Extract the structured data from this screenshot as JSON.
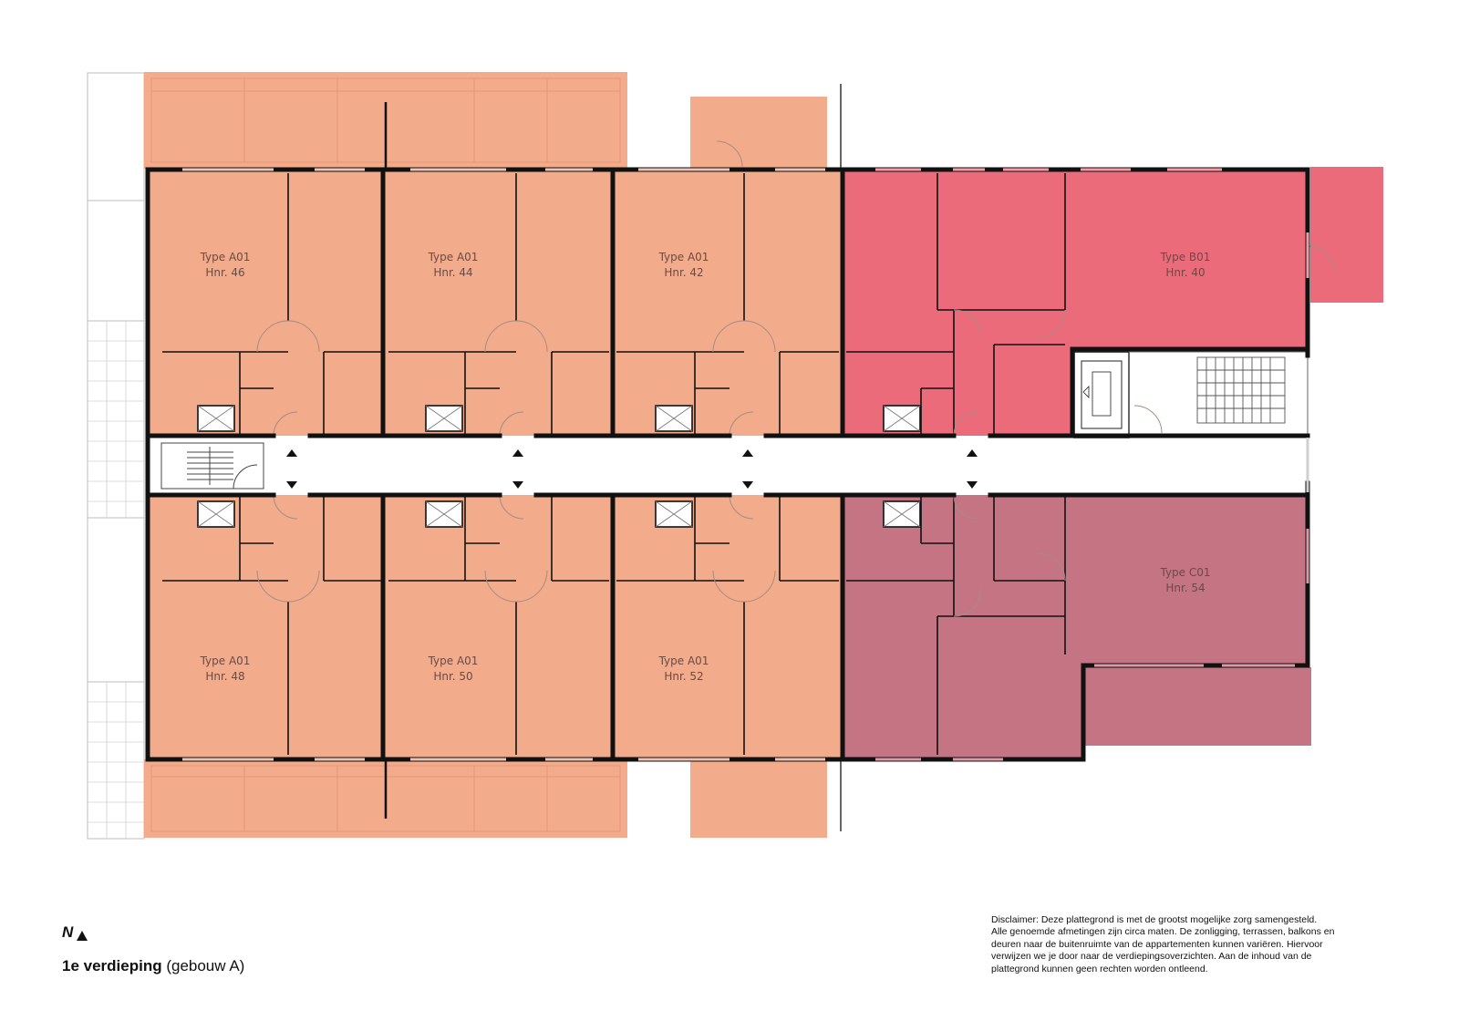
{
  "colors": {
    "type_a": "#f2ab8b",
    "type_b": "#eb6b7a",
    "type_c": "#c47483",
    "wall": "#111111",
    "corridor": "#ffffff",
    "outline": "#b9b9b9"
  },
  "units": [
    {
      "type": "Type A01",
      "number": "Hnr. 46"
    },
    {
      "type": "Type A01",
      "number": "Hnr. 44"
    },
    {
      "type": "Type A01",
      "number": "Hnr. 42"
    },
    {
      "type": "Type B01",
      "number": "Hnr. 40"
    },
    {
      "type": "Type A01",
      "number": "Hnr. 48"
    },
    {
      "type": "Type A01",
      "number": "Hnr. 50"
    },
    {
      "type": "Type A01",
      "number": "Hnr. 52"
    },
    {
      "type": "Type C01",
      "number": "Hnr. 54"
    }
  ],
  "north_marker": {
    "letter": "N",
    "icon": "north-arrow-icon"
  },
  "floor": {
    "title_bold": "1e verdieping",
    "title_rest": " (gebouw A)"
  },
  "disclaimer": "Disclaimer: Deze plattegrond is met de grootst mogelijke zorg samengesteld.\nAlle genoemde afmetingen zijn circa maten. De zonligging, terrassen, balkons en\ndeuren naar de buitenruimte van de appartementen kunnen variëren. Hiervoor\nverwijzen we je door naar de verdiepingsoverzichten. Aan de inhoud van de\nplattegrond kunnen geen rechten worden ontleend."
}
